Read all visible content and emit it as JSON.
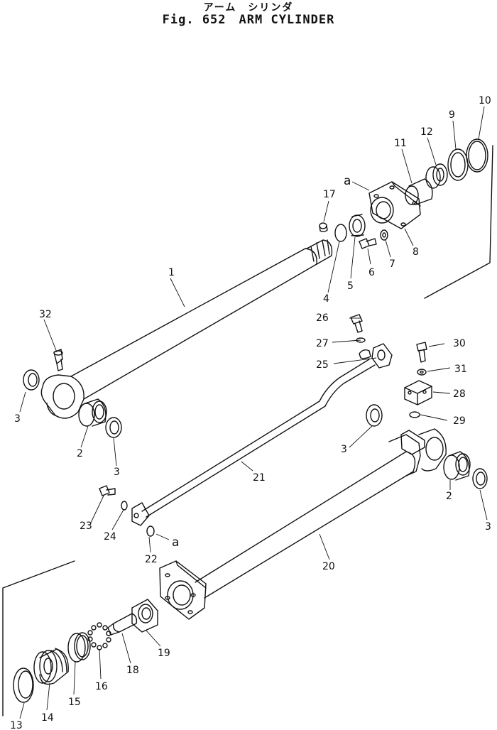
{
  "title_jp": "アーム　シリンダ",
  "title_en": "Fig. 652　ARM CYLINDER",
  "labels": {
    "l1": "1",
    "l2a": "2",
    "l2b": "2",
    "l3a": "3",
    "l3b": "3",
    "l3c": "3",
    "l3d": "3",
    "l4": "4",
    "l5": "5",
    "l6": "6",
    "l7": "7",
    "l8": "8",
    "l9": "9",
    "l10": "10",
    "l11": "11",
    "l12": "12",
    "l13": "13",
    "l14": "14",
    "l15": "15",
    "l16": "16",
    "l17": "17",
    "l18": "18",
    "l19": "19",
    "l20": "20",
    "l21": "21",
    "l22": "22",
    "l23": "23",
    "l24": "24",
    "l25": "25",
    "l26": "26",
    "l27": "27",
    "l28": "28",
    "l29": "29",
    "l30": "30",
    "l31": "31",
    "l32": "32",
    "la1": "a",
    "la2": "a"
  }
}
